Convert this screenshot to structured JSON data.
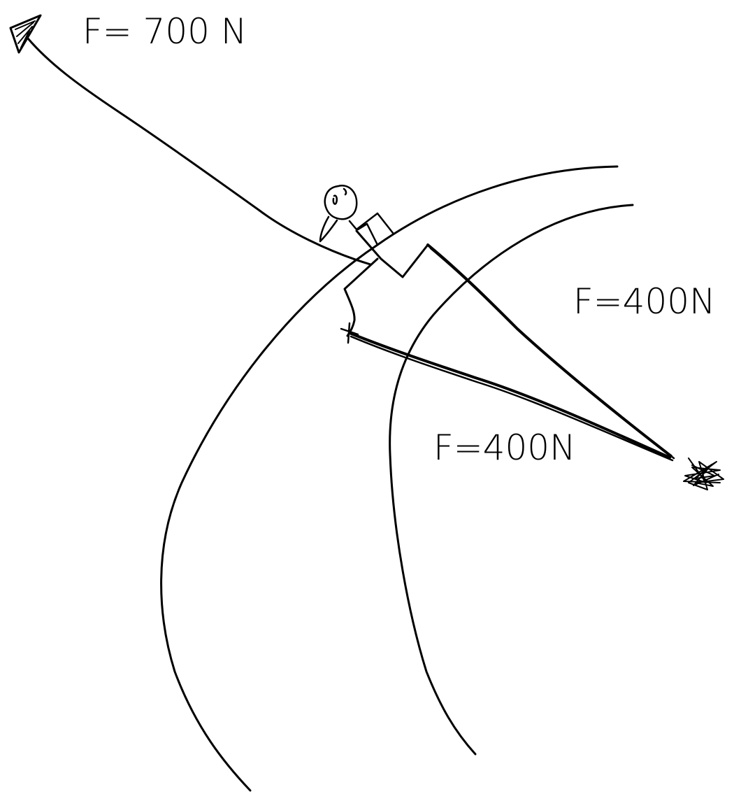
{
  "labels": {
    "top_force": "F= 700  N",
    "right_force": "F=400N",
    "middle_force": "F=400N"
  },
  "colors": {
    "ink": "#000000",
    "paper": "#ffffff"
  }
}
